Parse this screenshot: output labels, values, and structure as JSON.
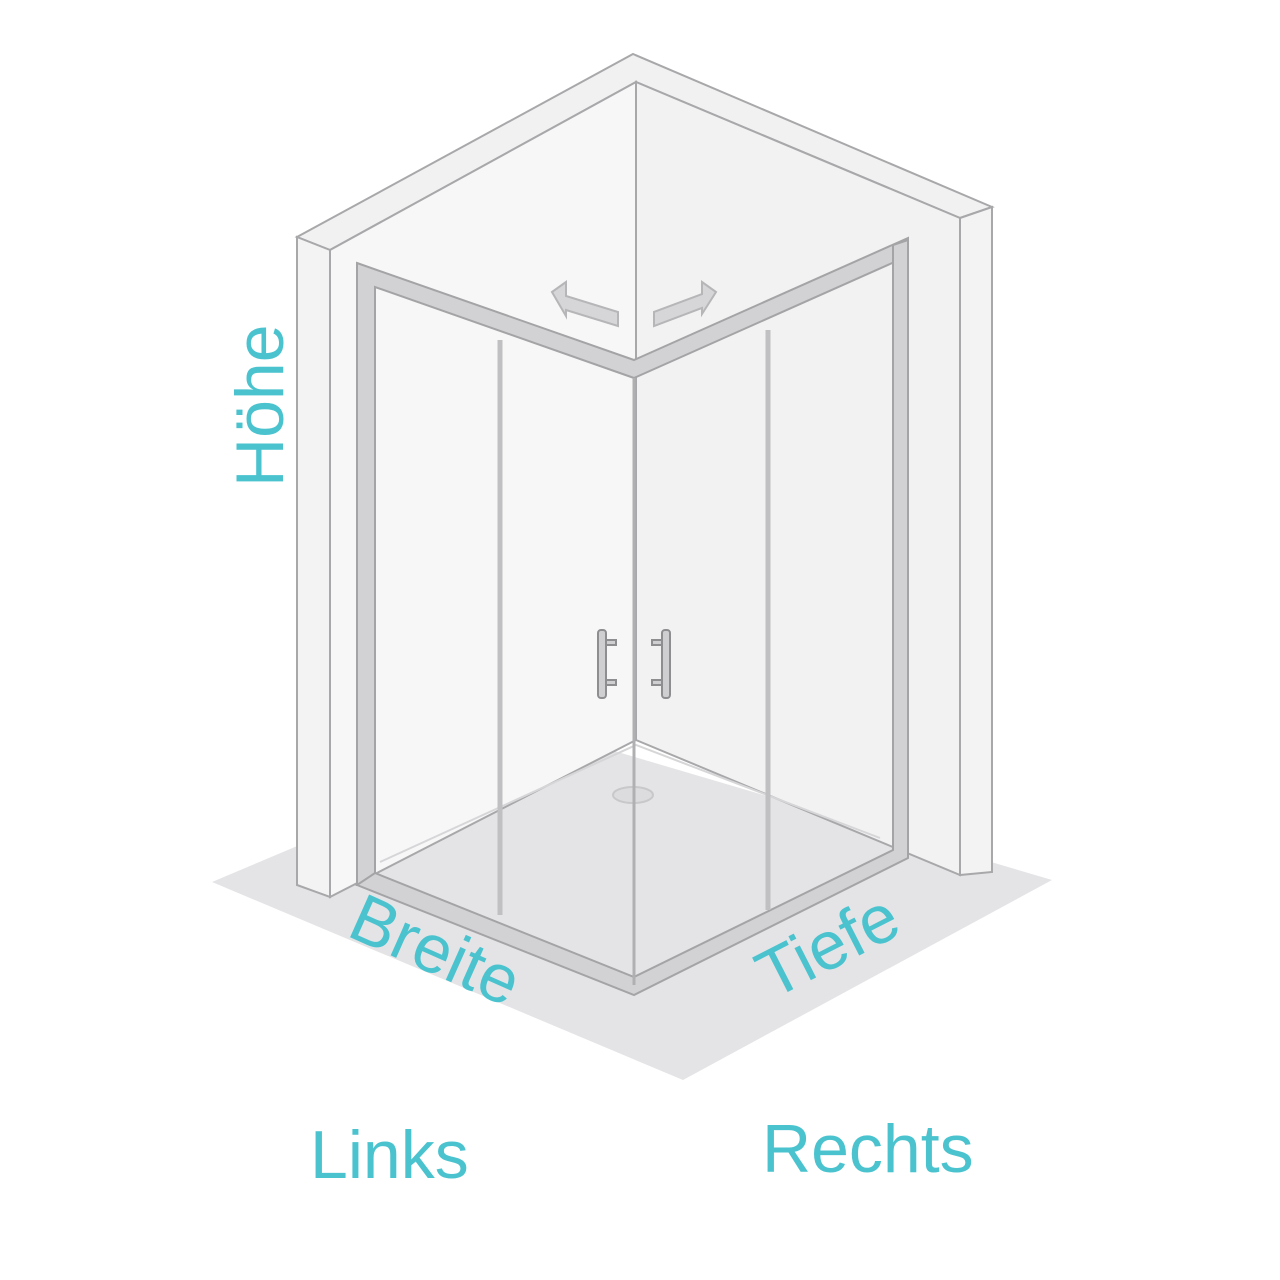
{
  "labels": {
    "height": "Höhe",
    "width": "Breite",
    "depth": "Tiefe",
    "left": "Links",
    "right": "Rechts"
  },
  "colors": {
    "accent": "#4ac3cf",
    "frame": "#c9c9cb",
    "wall": "#f4f4f5",
    "floor": "#e4e4e6",
    "line": "#a8a8aa"
  }
}
